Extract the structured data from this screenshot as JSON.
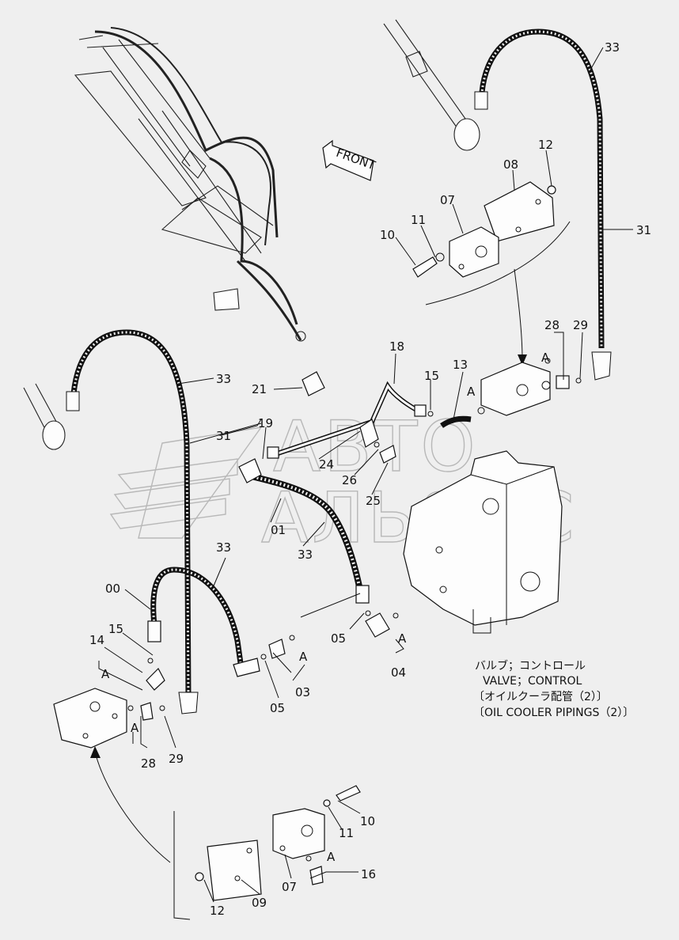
{
  "front_label": "FRONT",
  "watermark": {
    "line1": "АВТО",
    "line2": "АЛЬЯНС"
  },
  "caption": {
    "line1": "バルブ；コントロール",
    "line2": "VALVE；CONTROL",
    "line3": "〔オイルクーラ配管（2）〕",
    "line4": "〔OIL  COOLER  PIPINGS（2）〕"
  },
  "callout_A": "A",
  "labels": {
    "l33_top": "33",
    "l12_top": "12",
    "l08_top": "08",
    "l07_top": "07",
    "l11_top": "11",
    "l10_top": "10",
    "l31_right": "31",
    "l18": "18",
    "l21": "21",
    "l15_mid": "15",
    "l13": "13",
    "l28_top": "28",
    "l29_top": "29",
    "l33_left": "33",
    "l19": "19",
    "l31_left": "31",
    "l24": "24",
    "l26": "26",
    "l25": "25",
    "l01": "01",
    "l33_mid": "33",
    "l33_low": "33",
    "l00": "00",
    "l15_low": "15",
    "l14": "14",
    "l05_right": "05",
    "l04": "04",
    "l03": "03",
    "l05_low": "05",
    "l28_low": "28",
    "l29_low": "29",
    "l10_bot": "10",
    "l11_bot": "11",
    "l16": "16",
    "l07_bot": "07",
    "l12_bot": "12",
    "l09": "09"
  }
}
